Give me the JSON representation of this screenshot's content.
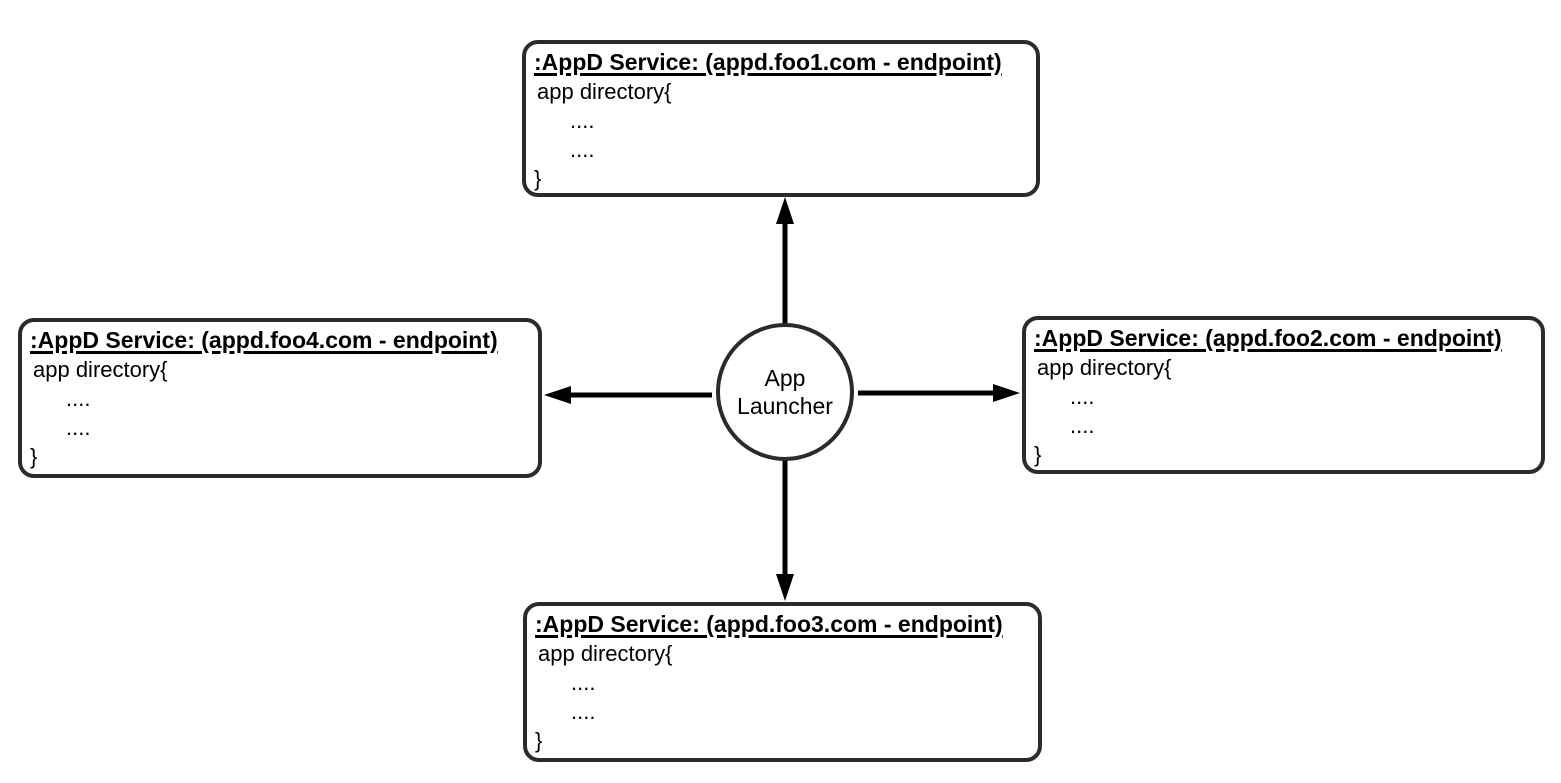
{
  "colors": {
    "node_border": "#2b2b2b",
    "arrow": "#000000",
    "text": "#000000",
    "background": "#ffffff"
  },
  "launcher": {
    "line1": "App",
    "line2": "Launcher"
  },
  "services": [
    {
      "id": "foo1",
      "position": "top",
      "title": ":AppD Service: (appd.foo1.com - endpoint)",
      "lines": [
        "app directory{",
        "....",
        "....",
        "}"
      ]
    },
    {
      "id": "foo2",
      "position": "right",
      "title": ":AppD Service: (appd.foo2.com - endpoint)",
      "lines": [
        "app directory{",
        "....",
        "....",
        "}"
      ]
    },
    {
      "id": "foo3",
      "position": "bottom",
      "title": ":AppD Service: (appd.foo3.com - endpoint)",
      "lines": [
        "app directory{",
        "....",
        "....",
        "}"
      ]
    },
    {
      "id": "foo4",
      "position": "left",
      "title": ":AppD Service: (appd.foo4.com - endpoint)",
      "lines": [
        "app directory{",
        "....",
        "....",
        "}"
      ]
    }
  ]
}
